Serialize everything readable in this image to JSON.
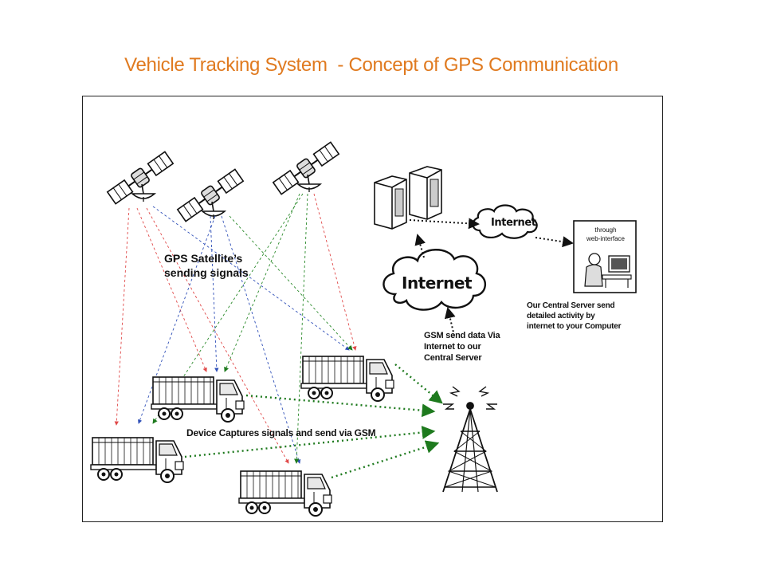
{
  "title": "Vehicle Tracking System  - Concept of GPS Communication",
  "diagram": {
    "satellites_label": [
      "GPS Satellite’s",
      "sending signals"
    ],
    "device_label": "Device Captures signals and send via GSM",
    "gsm_label": [
      "GSM send data Via",
      "Internet  to our",
      "Central Server"
    ],
    "server_label": [
      "Our Central Server send",
      "detailed activity by",
      "internet to your Computer"
    ],
    "internet_big": "Internet",
    "internet_small": "Internet",
    "web_interface": [
      "through",
      "web-interface"
    ],
    "icons": [
      "satellite-icon",
      "truck-icon",
      "server-icon",
      "cloud-icon",
      "cell-tower-icon",
      "computer-user-icon"
    ],
    "colors": {
      "title": "#e07a1f",
      "signal_red": "#e04848",
      "signal_blue": "#3050b8",
      "signal_green": "#2a8a2a",
      "gsm_dots": "#1e7a1e"
    }
  }
}
